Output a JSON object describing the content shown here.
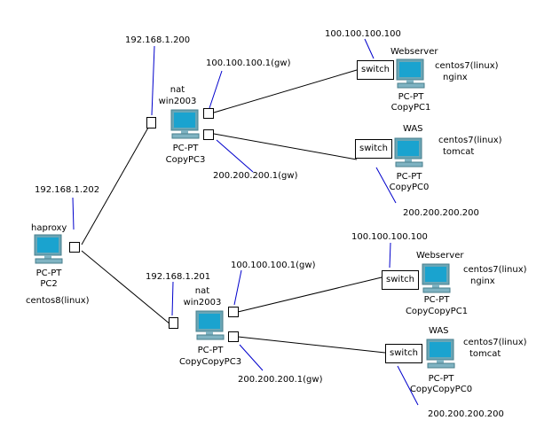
{
  "colors": {
    "cable": "#000000",
    "annotation": "#0000cc",
    "screen": "#1aa3cf",
    "bezel": "#6aa6b6",
    "base": "#7fb3c2"
  },
  "icons": {
    "pc": "pc-icon",
    "switch": "switch-icon",
    "port": "port-icon"
  },
  "labels": {
    "ip_200": "192.168.1.200",
    "ip_202": "192.168.1.202",
    "ip_201": "192.168.1.201",
    "gw_top_a": "100.100.100.1(gw)",
    "gw_top_b": "200.200.200.1(gw)",
    "gw_bot_a": "100.100.100.1(gw)",
    "gw_bot_b": "200.200.200.1(gw)",
    "ip_web_top": "100.100.100.100",
    "ip_was_top": "200.200.200.200",
    "ip_web_bot": "100.100.100.100",
    "ip_was_bot": "200.200.200.200"
  },
  "devices": {
    "haproxy": {
      "name": "haproxy",
      "type": "PC-PT",
      "id": "PC2",
      "os": "centos8(linux)"
    },
    "nat_top": {
      "role": "nat",
      "os": "win2003",
      "type": "PC-PT",
      "id": "CopyPC3"
    },
    "nat_bot": {
      "role": "nat",
      "os": "win2003",
      "type": "PC-PT",
      "id": "CopyCopyPC3"
    },
    "web_top": {
      "title": "Webserver",
      "type": "PC-PT",
      "id": "CopyPC1",
      "os": "centos7(linux)",
      "svc": "nginx"
    },
    "was_top": {
      "title": "WAS",
      "type": "PC-PT",
      "id": "CopyPC0",
      "os": "centos7(linux)",
      "svc": "tomcat"
    },
    "web_bot": {
      "title": "Webserver",
      "type": "PC-PT",
      "id": "CopyCopyPC1",
      "os": "centos7(linux)",
      "svc": "nginx"
    },
    "was_bot": {
      "title": "WAS",
      "type": "PC-PT",
      "id": "CopyCopyPC0",
      "os": "centos7(linux)",
      "svc": "tomcat"
    }
  },
  "switches": {
    "sw1": "switch",
    "sw2": "switch",
    "sw3": "switch",
    "sw4": "switch"
  }
}
